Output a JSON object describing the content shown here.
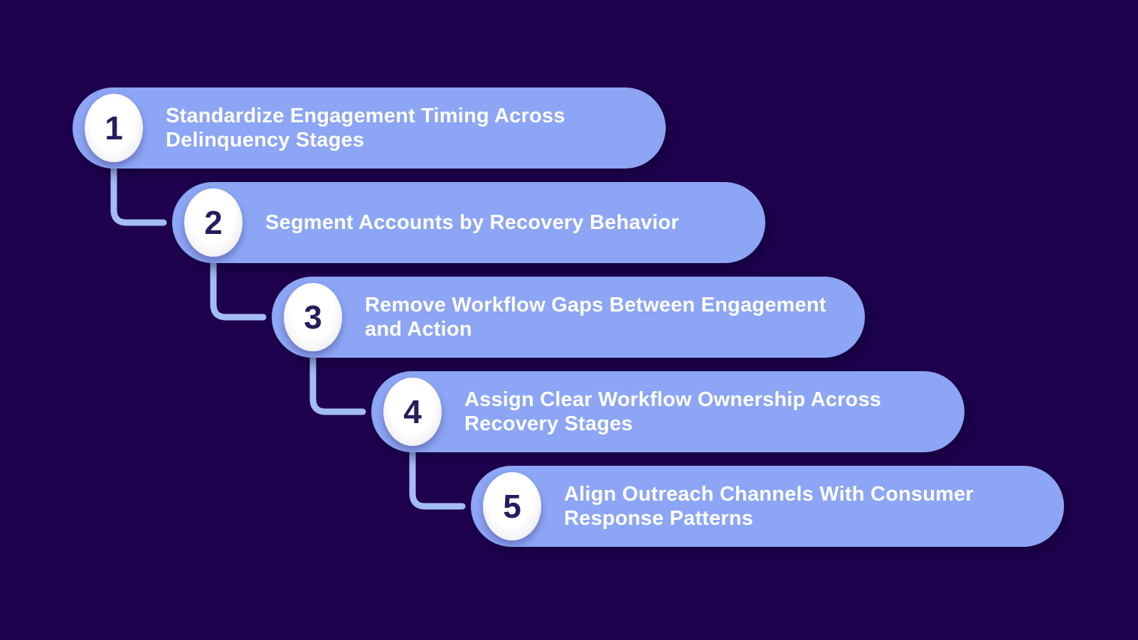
{
  "colors": {
    "background": "#1f024e",
    "pill": "#8ca5f4",
    "connector": "#a3bdf4",
    "badge_fill": "#ffffff",
    "number": "#241d5e",
    "text": "#ffffff"
  },
  "steps": [
    {
      "number": "1",
      "lines": [
        "Standardize Engagement Timing Across",
        "Delinquency Stages"
      ]
    },
    {
      "number": "2",
      "lines": [
        "Segment Accounts by Recovery Behavior"
      ]
    },
    {
      "number": "3",
      "lines": [
        "Remove Workflow Gaps Between Engagement",
        "and Action"
      ]
    },
    {
      "number": "4",
      "lines": [
        "Assign Clear Workflow Ownership Across",
        "Recovery Stages"
      ]
    },
    {
      "number": "5",
      "lines": [
        "Align Outreach Channels With Consumer",
        "Response Patterns"
      ]
    }
  ]
}
